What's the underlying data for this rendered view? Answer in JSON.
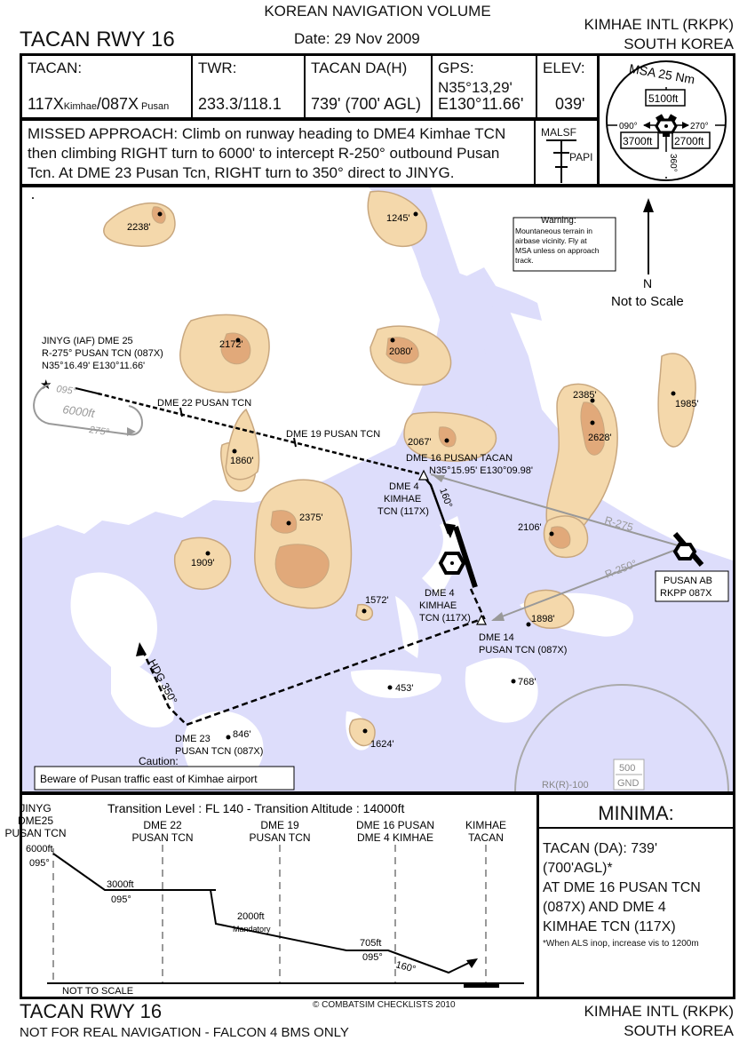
{
  "header": {
    "volume": "KOREAN NAVIGATION VOLUME",
    "procedure": "TACAN RWY 16",
    "date": "Date: 29 Nov 2009",
    "airport": "KIMHAE INTL (RKPK)",
    "country": "SOUTH KOREA"
  },
  "info": {
    "tacan_label": "TACAN:",
    "tacan_value_main1": "117X",
    "tacan_value_sub1": "Kimhae",
    "tacan_value_main2": "/087X",
    "tacan_value_sub2": "Pusan",
    "twr_label": "TWR:",
    "twr_value": "233.3/118.1",
    "da_label": "TACAN DA(H)",
    "da_value": "739' (700' AGL)",
    "gps_label": "GPS:",
    "gps_lat": "N35°13,29'",
    "gps_lon": "E130°11.66'",
    "elev_label": "ELEV:",
    "elev_value": "039'"
  },
  "missed_approach": {
    "line1": "MISSED APPROACH: Climb on runway heading to DME4 Kimhae TCN",
    "line2": "then climbing RIGHT turn to 6000' to intercept R-250° outbound Pusan",
    "line3": "Tcn. At DME 23 Pusan Tcn, RIGHT turn to 350° direct to JINYG."
  },
  "lighting": {
    "malsf": "MALSF",
    "papi": "PAPI"
  },
  "msa": {
    "title": "MSA 25 Nm",
    "north": "5100ft",
    "sw": "3700ft",
    "se": "2700ft",
    "b090": "090°",
    "b270": "270°",
    "b360": "360°"
  },
  "map": {
    "warning_title": "Warning:",
    "warning_lines": [
      "Mountaneous terrain in",
      "airbase vicinity. Fly at",
      "MSA unless on approach",
      "track."
    ],
    "north_label": "N",
    "scale_note": "Not to Scale",
    "jinyg_lines": [
      "JINYG (IAF) DME 25",
      "R-275° PUSAN TCN (087X)",
      "N35°16.49' E130°11.66'"
    ],
    "hold_095": "095°",
    "hold_6000": "6000ft",
    "hold_275": "275°",
    "dme22": "DME 22  PUSAN TCN",
    "dme19": "DME 19 PUSAN TCN",
    "dme16_lines": [
      "DME 16 PUSAN TACAN",
      "N35°15.95' E130°09.98'"
    ],
    "dme4_upper": [
      "DME 4",
      "KIMHAE",
      "TCN (117X)"
    ],
    "dme4_lower": [
      "DME 4",
      "KIMHAE",
      "TCN (117X)"
    ],
    "course160": "160°",
    "r275": "R-275",
    "r250": "R-250°",
    "pusan_ab": [
      "PUSAN AB",
      "RKPP 087X"
    ],
    "dme14": [
      "DME 14",
      "PUSAN TCN (087X)"
    ],
    "dme23": [
      "DME 23",
      "PUSAN TCN (087X)"
    ],
    "hdg350": "HDG 350°",
    "caution_title": "Caution:",
    "caution_text": "Beware of Pusan traffic east of Kimhae airport",
    "rk": "RK(R)-100",
    "alt500": "500",
    "gnd": "GND",
    "peaks": [
      "2238'",
      "1245'",
      "2172'",
      "2080'",
      "2385'",
      "2628'",
      "1985'",
      "2067'",
      "1860'",
      "2375'",
      "1909'",
      "2106'",
      "1572'",
      "1898'",
      "453'",
      "768'",
      "846'",
      "1624'"
    ]
  },
  "profile": {
    "transition": "Transition Level : FL 140  -  Transition Altitude : 14000ft",
    "fix1": [
      "JINYG",
      "DME25",
      "PUSAN TCN"
    ],
    "fix2": [
      "DME 22",
      "PUSAN TCN"
    ],
    "fix3": [
      "DME 19",
      "PUSAN TCN"
    ],
    "fix4": [
      "DME 16 PUSAN",
      "DME 4 KIMHAE"
    ],
    "fix5": [
      "KIMHAE",
      "TACAN"
    ],
    "alt1": "6000ft",
    "crs1": "095°",
    "alt2": "3000ft",
    "crs2": "095°",
    "alt3": "2000ft",
    "mandatory": "Mandatory",
    "alt4": "705ft",
    "crs4": "095°",
    "crs5": "160°",
    "nts": "NOT TO SCALE"
  },
  "minima": {
    "title": "MINIMA:",
    "lines": [
      "TACAN (DA): 739'",
      "(700'AGL)*",
      "AT DME 16 PUSAN TCN",
      "(087X) AND DME 4",
      "KIMHAE TCN (117X)"
    ],
    "note": "*When ALS inop, increase vis to 1200m"
  },
  "footer": {
    "procedure": "TACAN RWY 16",
    "disclaimer": "NOT FOR REAL NAVIGATION - FALCON 4 BMS ONLY",
    "copyright": "© COMBATSIM CHECKLISTS 2010",
    "airport": "KIMHAE INTL (RKPK)",
    "country": "SOUTH KOREA"
  }
}
